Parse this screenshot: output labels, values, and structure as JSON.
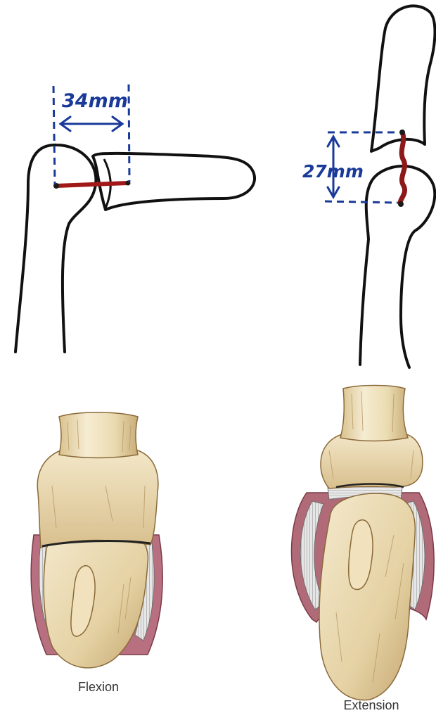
{
  "measurements": {
    "flexion_width": "34mm",
    "extension_height": "27mm"
  },
  "captions": {
    "flexion": "Flexion",
    "extension": "Extension"
  },
  "colors": {
    "outline": "#111111",
    "dimension": "#1a3a9a",
    "ligament": "#a01818",
    "bone_fill": "#ecdcb5",
    "bone_shadow": "#b89a68",
    "bone_highlight": "#f6ecd2",
    "capsule_tissue": "#b06a78",
    "cartilage_gray": "#cfcfcf"
  }
}
